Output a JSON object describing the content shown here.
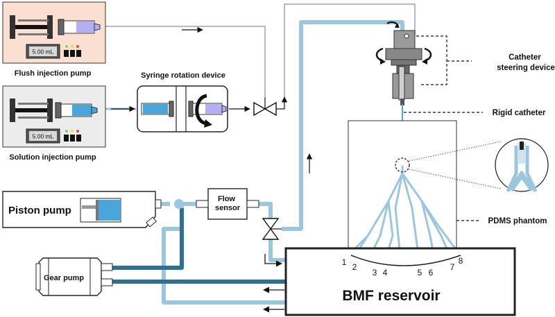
{
  "labels": {
    "flush_pump": "Flush injection pump",
    "solution_pump": "Solution injection pump",
    "syringe_rotation": "Syringe rotation device",
    "catheter_steering_line1": "Catheter",
    "catheter_steering_line2": "steering device",
    "rigid_catheter": "Rigid catheter",
    "pdms_phantom": "PDMS phantom",
    "piston_pump": "Piston pump",
    "flow_sensor_line1": "Flow",
    "flow_sensor_line2": "sensor",
    "gear_pump": "Gear pump",
    "bmf_reservoir": "BMF reservoir"
  },
  "flush_display": "5.00 mL",
  "solution_display": "5.00 mL",
  "outlets": [
    "1",
    "2",
    "3",
    "4",
    "5",
    "6",
    "7",
    "8"
  ],
  "colors": {
    "light_tube": "#9cc6dd",
    "dark_tube": "#2e6f92",
    "flush_line": "#b9b2e6",
    "flush_panel": "#fbe0d2",
    "solution_panel": "#ececec",
    "solution_fluid": "#4aa6d8",
    "flush_fluid": "#b5aef0"
  }
}
